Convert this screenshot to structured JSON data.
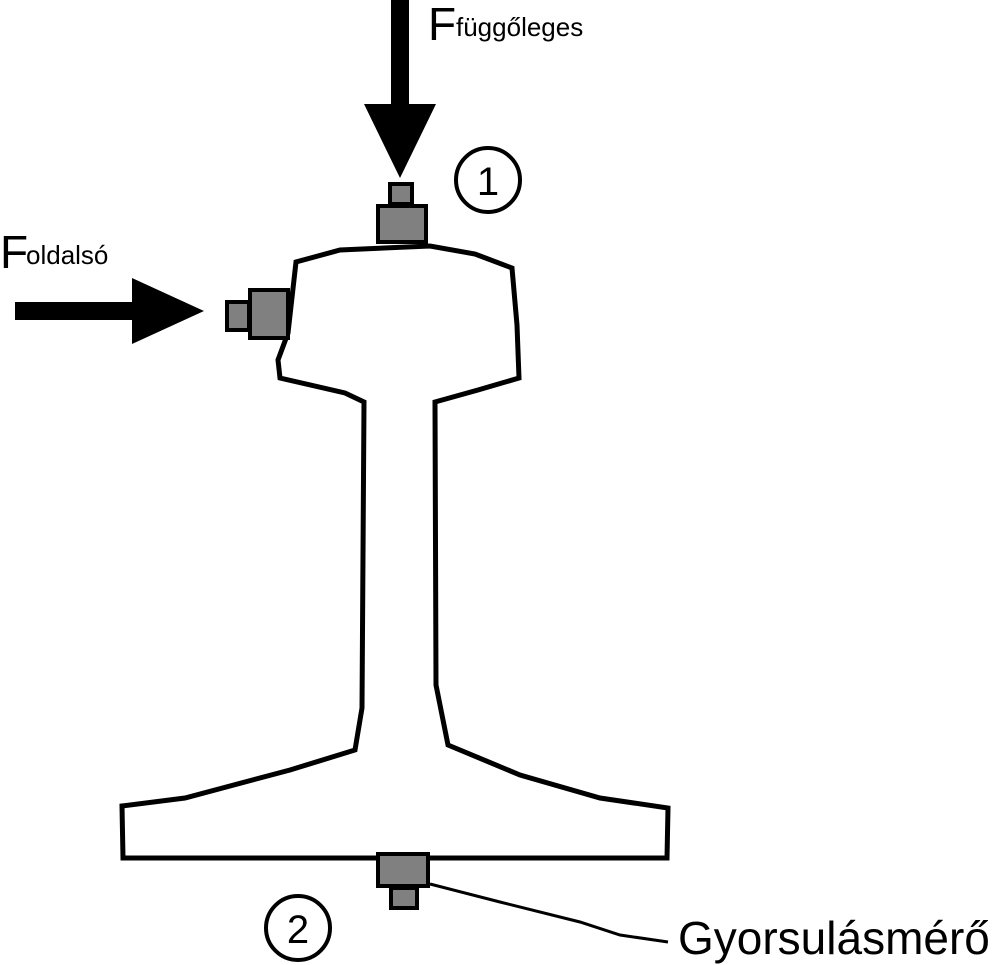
{
  "labels": {
    "vertical_force_main": "F",
    "vertical_force_sub": "függőleges",
    "lateral_force_main": "F",
    "lateral_force_sub": "oldalsó",
    "sensor_caption": "Gyorsulásmérő"
  },
  "markers": {
    "top": "1",
    "bottom": "2"
  },
  "colors": {
    "stroke": "#000000",
    "sensor_fill": "#808080",
    "background": "#ffffff"
  }
}
